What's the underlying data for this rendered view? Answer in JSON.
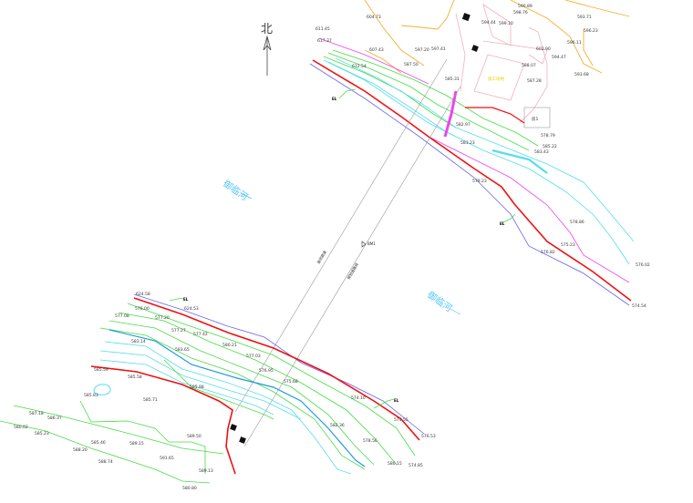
{
  "north_label": "北",
  "river_labels": [
    "御临河",
    "御临河"
  ],
  "road_labels": [
    "渝邻高速",
    "规划道路线"
  ],
  "benchmark_label": "BM1",
  "tags": [
    "EL",
    "EL",
    "EL",
    "EL"
  ],
  "building_label": "房1",
  "site_label": "施工场地",
  "elevations_upper": [
    "611.45",
    "617.37",
    "612.54",
    "607.43",
    "604.73",
    "597.20",
    "597.41",
    "587.50",
    "585.31",
    "582.97",
    "581.23",
    "579.23",
    "575.23",
    "576.82",
    "578.86",
    "576.02",
    "574.54",
    "578.79",
    "585.22",
    "583.43",
    "590.89",
    "593.71",
    "594.44",
    "598.76",
    "599.10",
    "596.23",
    "594.47",
    "593.68",
    "596.11",
    "602.90",
    "588.07",
    "587.28"
  ],
  "elevations_lower": [
    "624.58",
    "624.53",
    "576.00",
    "577.08",
    "577.20",
    "577.27",
    "577.42",
    "583.14",
    "583.65",
    "580.21",
    "577.03",
    "576.95",
    "575.68",
    "578.56",
    "574.10",
    "574.55",
    "582.36",
    "580.15",
    "574.85",
    "576.53",
    "585.59",
    "585.58",
    "585.88",
    "585.71",
    "585.83",
    "587.18",
    "586.37",
    "580.02",
    "585.46",
    "588.74",
    "585.23",
    "588.20",
    "580.80",
    "591.65",
    "589.13",
    "589.15",
    "589.50"
  ],
  "colors": {
    "contour_green": "#44dd44",
    "contour_cyan": "#55ddee",
    "contour_blue": "#2299dd",
    "water_red": "#ee1111",
    "bank_blue": "#6666ee",
    "magenta": "#ee44ee",
    "orange": "#f0b030",
    "pink": "#f0b0c0",
    "road": "#999999"
  }
}
